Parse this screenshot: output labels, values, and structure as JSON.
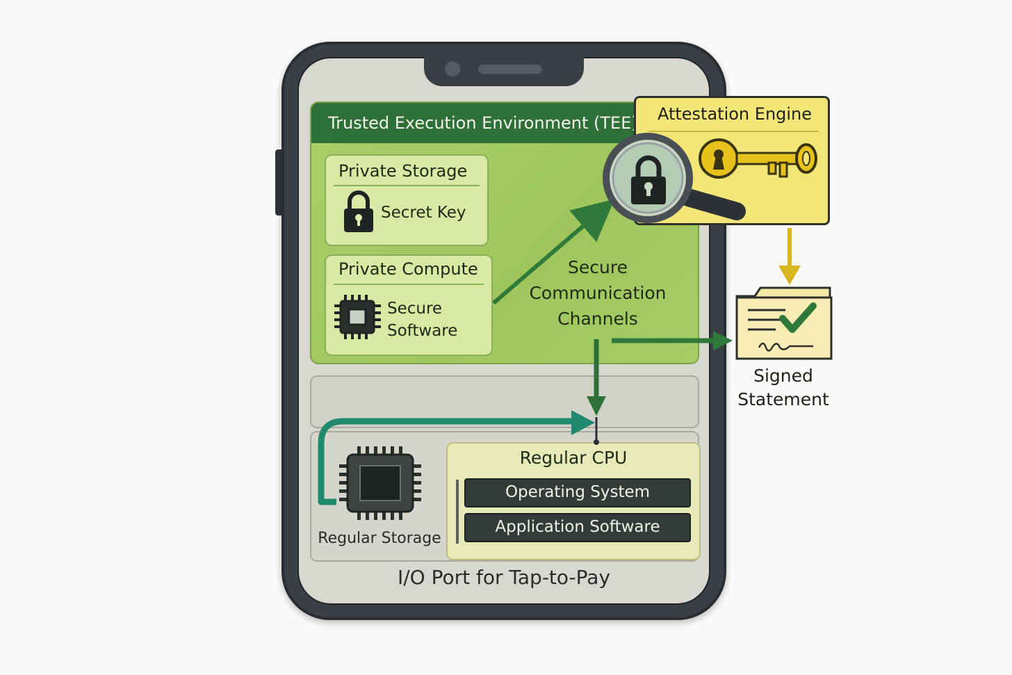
{
  "tee": {
    "title": "Trusted Execution Environment (TEE)",
    "private_storage": {
      "title": "Private Storage",
      "item": "Secret Key"
    },
    "private_compute": {
      "title": "Private Compute",
      "item_line1": "Secure",
      "item_line2": "Software"
    },
    "channel_line1": "Secure",
    "channel_line2": "Communication",
    "channel_line3": "Channels"
  },
  "regular": {
    "storage_label": "Regular Storage",
    "cpu_title": "Regular CPU",
    "os_label": "Operating System",
    "app_label": "Application Software"
  },
  "io_label": "I/O Port for Tap-to-Pay",
  "attestation": {
    "title": "Attestation Engine"
  },
  "signed": {
    "line1": "Signed",
    "line2": "Statement"
  },
  "colors": {
    "tee_green": "#a9cf6a",
    "tee_header": "#2f6f38",
    "arrow_green": "#2f7a3a",
    "arrow_teal": "#1f8a6c",
    "attest_yellow": "#f2e678",
    "key_gold": "#e6c21a",
    "arrow_gold": "#d9b520"
  },
  "icons": [
    "lock-icon",
    "chip-icon",
    "magnifier-lock-icon",
    "key-icon",
    "signed-document-icon",
    "checkmark-icon"
  ]
}
